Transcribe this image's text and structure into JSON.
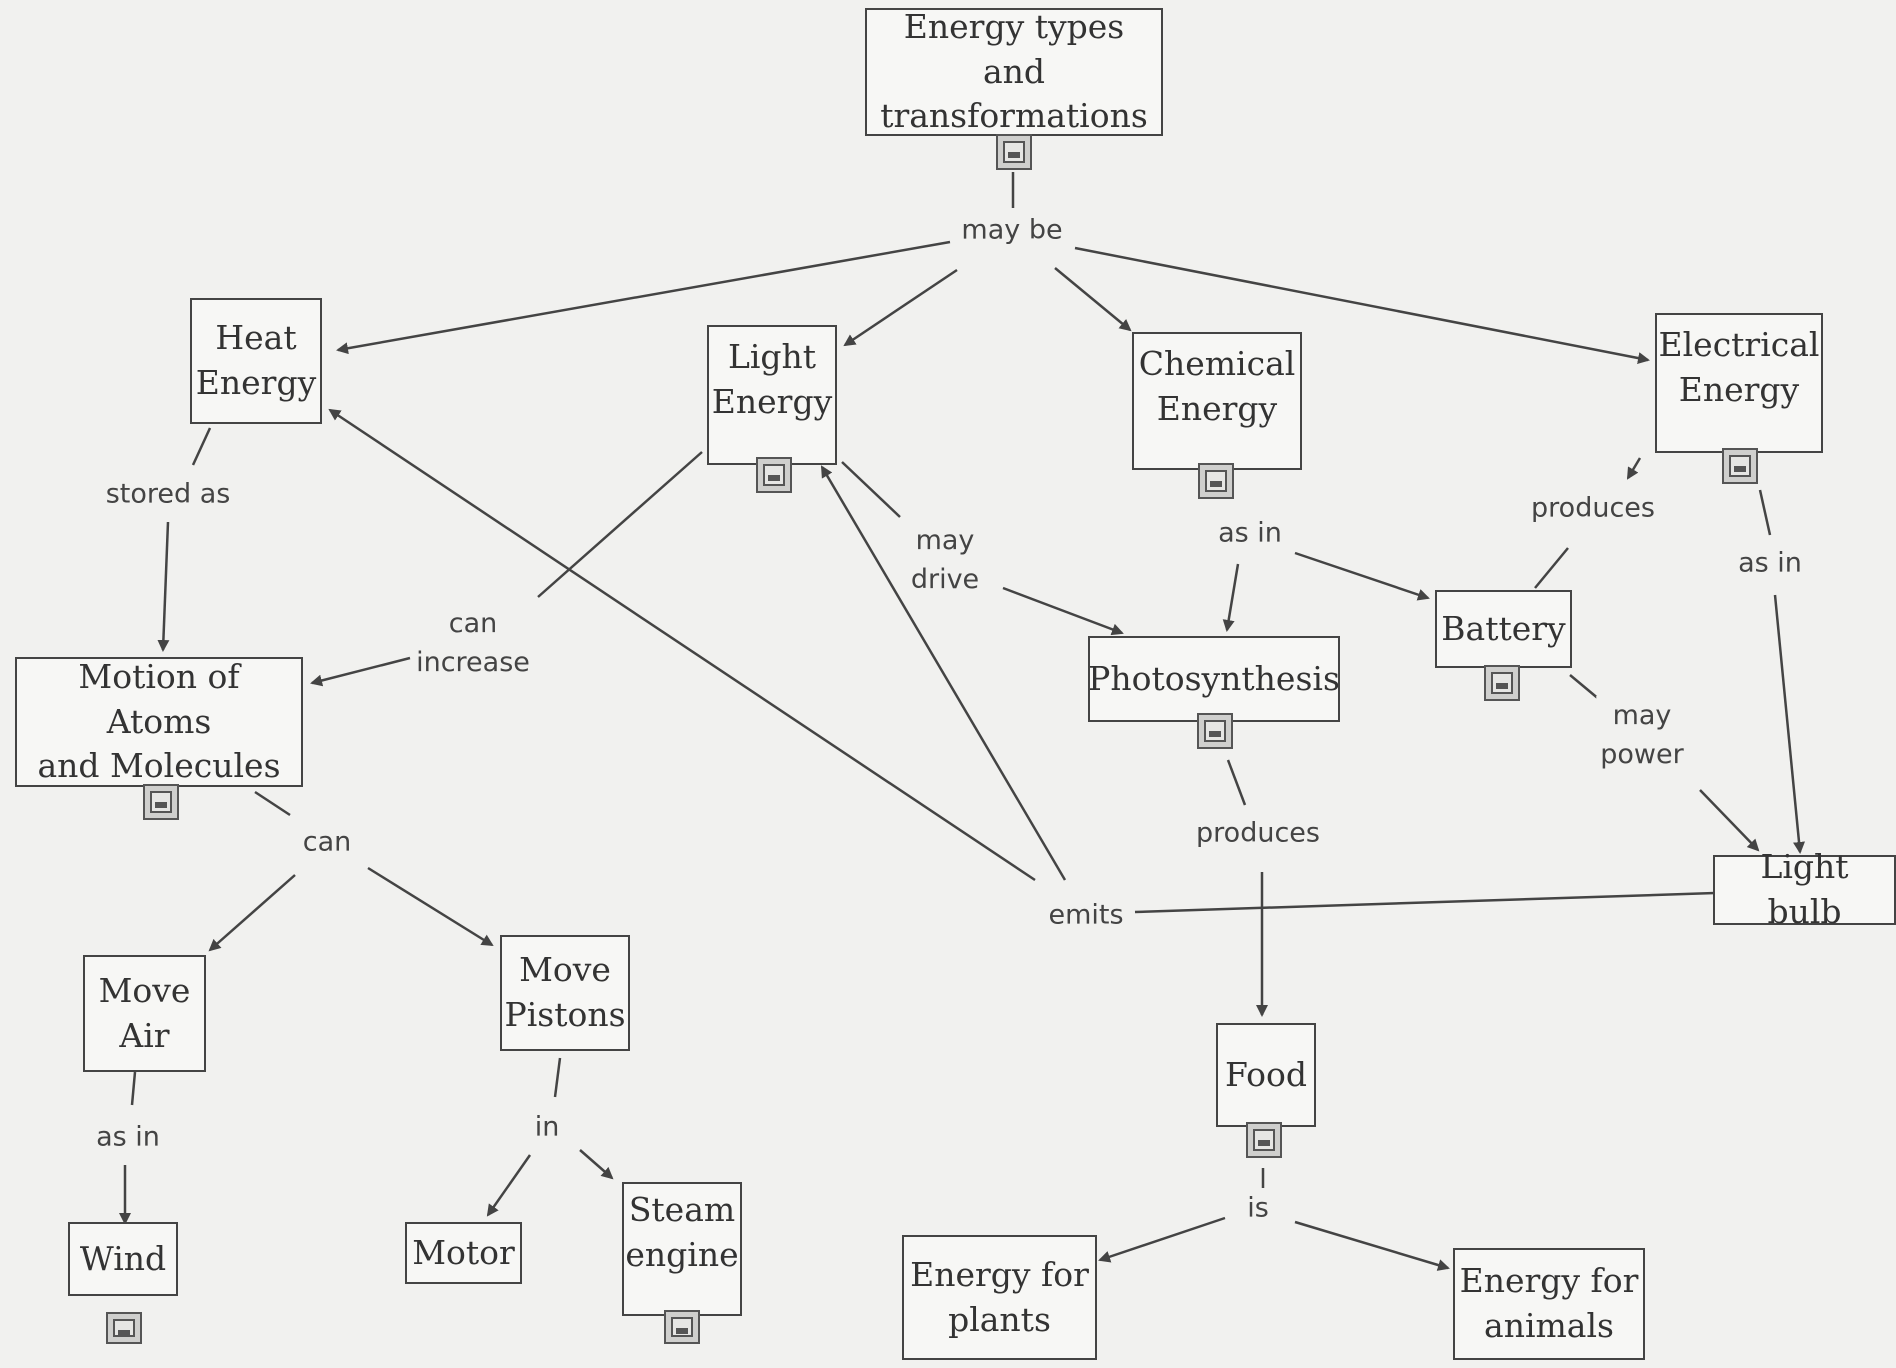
{
  "colors": {
    "background": "#f1f1ef",
    "line": "#444444",
    "box_border": "#444444"
  },
  "nodes": {
    "energy_types": "Energy types and\ntransformations",
    "heat": "Heat\nEnergy",
    "light": "Light\nEnergy",
    "chemical": "Chemical\nEnergy",
    "electrical": "Electrical\nEnergy",
    "motion": "Motion of Atoms\nand Molecules",
    "photosynthesis": "Photosynthesis",
    "battery": "Battery",
    "light_bulb": "Light bulb",
    "move_air": "Move\nAir",
    "move_pistons": "Move\nPistons",
    "wind": "Wind",
    "motor": "Motor",
    "steam_engine": "Steam\nengine",
    "food": "Food",
    "energy_plants": "Energy for\nplants",
    "energy_animals": "Energy for\nanimals"
  },
  "links": {
    "may_be": "may be",
    "stored_as": "stored as",
    "can_increase": "can\nincrease",
    "may_drive": "may\ndrive",
    "as_in_chem": "as in",
    "produces_batt": "produces",
    "as_in_elec": "as in",
    "may_power": "may\npower",
    "can": "can",
    "emits": "emits",
    "produces_photo": "produces",
    "as_in_air": "as in",
    "in": "in",
    "is": "is"
  },
  "icon_semantics": "image-attachment-icon"
}
